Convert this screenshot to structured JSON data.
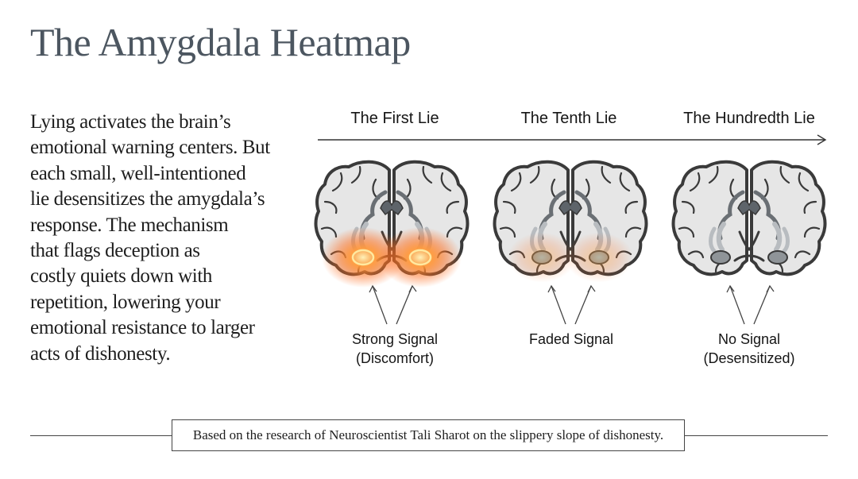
{
  "title": "The Amygdala Heatmap",
  "body": {
    "lines": [
      "Lying activates the brain’s",
      "emotional warning centers. But",
      "each small, well-intentioned",
      "lie desensitizes the amygdala’s",
      "response. The mechanism",
      "that flags deception as",
      "costly quiets down with",
      "repetition, lowering your",
      "emotional resistance to larger",
      "acts of dishonesty."
    ]
  },
  "stages": [
    {
      "label": "The First Lie",
      "signal_lines": [
        "Strong Signal",
        "(Discomfort)"
      ],
      "intensity": 1.0
    },
    {
      "label": "The Tenth Lie",
      "signal_lines": [
        "Faded Signal"
      ],
      "intensity": 0.35
    },
    {
      "label": "The Hundredth Lie",
      "signal_lines": [
        "No Signal",
        "(Desensitized)"
      ],
      "intensity": 0
    }
  ],
  "footer": "Based on the research of Neuroscientist Tali Sharot on the slippery slope of dishonesty.",
  "colors": {
    "title": "#4c5660",
    "brain_fill": "#e6e6e6",
    "brain_outline": "#3a3a3a",
    "amygdala": "#8f9498",
    "glow_core": "#fff1b8",
    "glow_mid": "#ff9a3c",
    "glow_outer": "#ff6a1a"
  }
}
